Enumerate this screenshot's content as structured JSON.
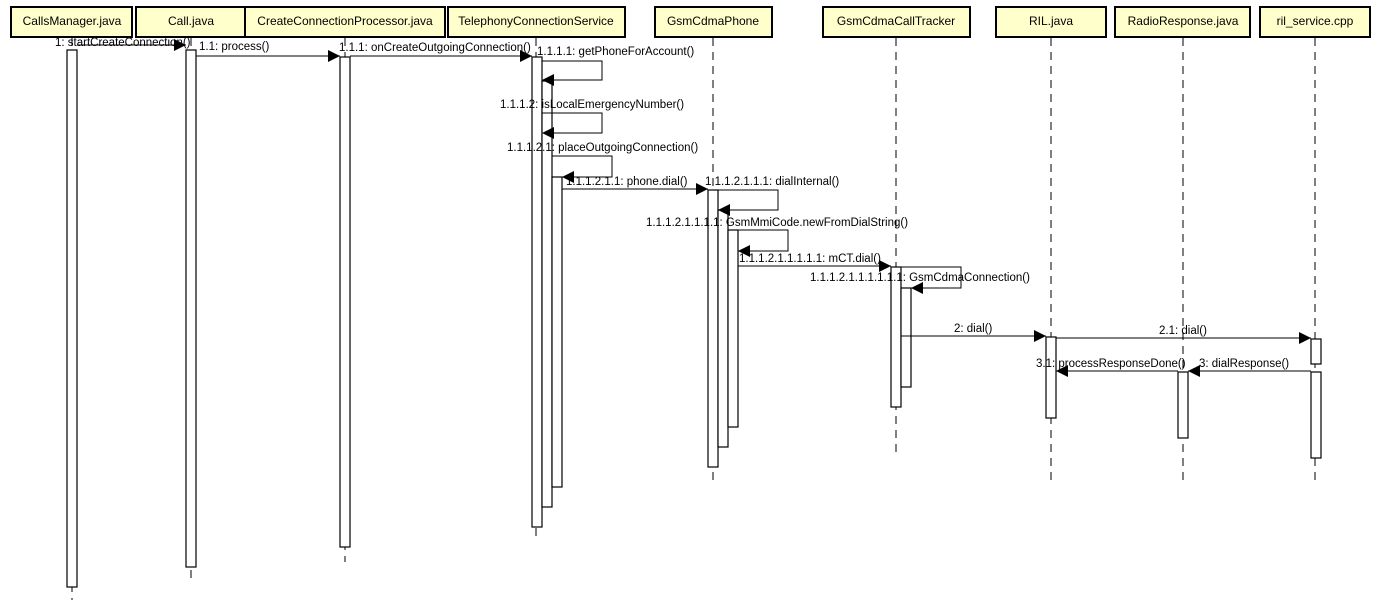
{
  "diagram": {
    "type": "uml-sequence-diagram",
    "colors": {
      "participant_fill": "#ffffcc",
      "line": "#000000",
      "background": "#ffffff"
    },
    "participants": [
      {
        "id": "callsmanager",
        "label": "CallsManager.java"
      },
      {
        "id": "call",
        "label": "Call.java"
      },
      {
        "id": "ccp",
        "label": "CreateConnectionProcessor.java"
      },
      {
        "id": "tcs",
        "label": "TelephonyConnectionService"
      },
      {
        "id": "phone",
        "label": "GsmCdmaPhone"
      },
      {
        "id": "tracker",
        "label": "GsmCdmaCallTracker"
      },
      {
        "id": "ril",
        "label": "RIL.java"
      },
      {
        "id": "radioresponse",
        "label": "RadioResponse.java"
      },
      {
        "id": "rilservice",
        "label": "ril_service.cpp"
      }
    ],
    "messages": [
      {
        "seq": "1",
        "label": "1: startCreateConnection()",
        "from": "callsmanager",
        "to": "call"
      },
      {
        "seq": "1.1",
        "label": "1.1: process()",
        "from": "call",
        "to": "ccp"
      },
      {
        "seq": "1.1.1",
        "label": "1.1.1: onCreateOutgoingConnection()",
        "from": "ccp",
        "to": "tcs"
      },
      {
        "seq": "1.1.1.1",
        "label": "1.1.1.1: getPhoneForAccount()",
        "from": "tcs",
        "to": "tcs"
      },
      {
        "seq": "1.1.1.2",
        "label": "1.1.1.2: isLocalEmergencyNumber()",
        "from": "tcs",
        "to": "tcs"
      },
      {
        "seq": "1.1.1.2.1",
        "label": "1.1.1.2.1: placeOutgoingConnection()",
        "from": "tcs",
        "to": "tcs"
      },
      {
        "seq": "1.1.1.2.1.1",
        "label": "1.1.1.2.1.1: phone.dial()",
        "from": "tcs",
        "to": "phone"
      },
      {
        "seq": "1.1.1.2.1.1.1",
        "label": "1.1.1.2.1.1.1: dialInternal()",
        "from": "phone",
        "to": "phone"
      },
      {
        "seq": "1.1.1.2.1.1.1.1",
        "label": "1.1.1.2.1.1.1.1: GsmMmiCode.newFromDialString()",
        "from": "phone",
        "to": "phone"
      },
      {
        "seq": "1.1.1.2.1.1.1.1.1",
        "label": "1.1.1.2.1.1.1.1.1: mCT.dial()",
        "from": "phone",
        "to": "tracker"
      },
      {
        "seq": "1.1.1.2.1.1.1.1.1.1",
        "label": "1.1.1.2.1.1.1.1.1.1: GsmCdmaConnection()",
        "from": "tracker",
        "to": "tracker"
      },
      {
        "seq": "2",
        "label": "2: dial()",
        "from": "tracker",
        "to": "ril"
      },
      {
        "seq": "2.1",
        "label": "2.1: dial()",
        "from": "ril",
        "to": "rilservice"
      },
      {
        "seq": "3",
        "label": "3: dialResponse()",
        "from": "rilservice",
        "to": "radioresponse"
      },
      {
        "seq": "3.1",
        "label": "3.1: processResponseDone()",
        "from": "radioresponse",
        "to": "ril"
      }
    ]
  }
}
